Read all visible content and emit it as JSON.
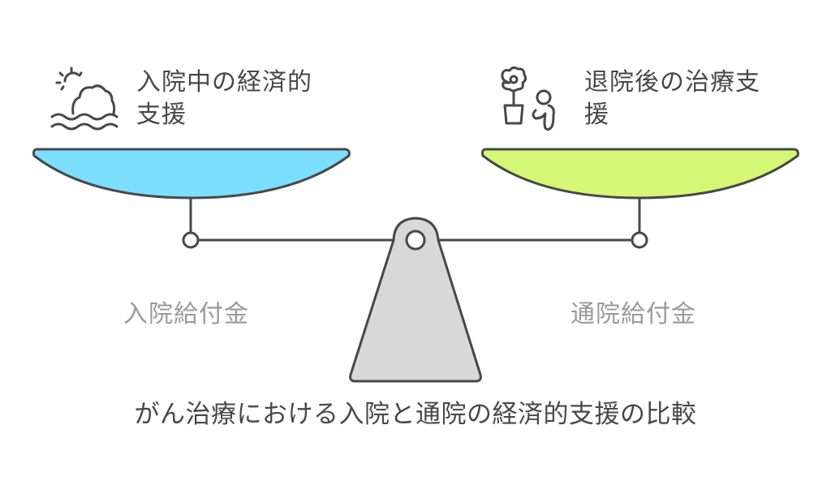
{
  "diagram": {
    "title": "がん治療における入院と通院の経済的支援の比較",
    "type": "balance-scale-comparison",
    "colors": {
      "stroke": "#484848",
      "left_pan": "#7ddfff",
      "right_pan": "#d4f875",
      "fulcrum": "#d8d8d8",
      "heading_text": "#484848",
      "sublabel_text": "#9a9a9a"
    },
    "left": {
      "heading": "入院中の経済的支援",
      "heading_line1": "入院中の経済的",
      "heading_line2": "支援",
      "icon": "sun-cloud-waves-icon",
      "sublabel": "入院給付金"
    },
    "right": {
      "heading": "退院後の治療支援",
      "heading_line1": "退院後の治療支",
      "heading_line2": "援",
      "icon": "plant-person-icon",
      "sublabel": "通院給付金"
    }
  }
}
